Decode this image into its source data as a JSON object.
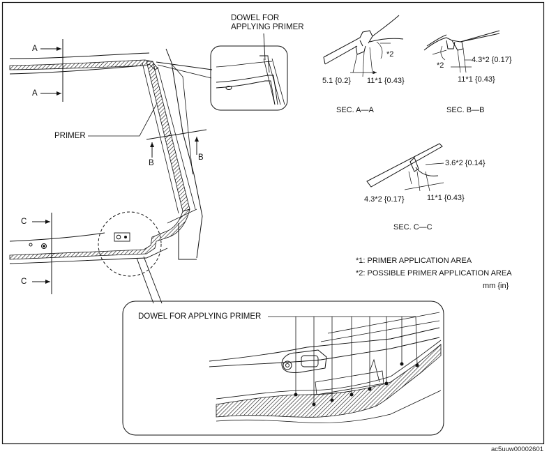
{
  "labels": {
    "dowel_top_line1": "DOWEL FOR",
    "dowel_top_line2": "APPLYING PRIMER",
    "primer": "PRIMER",
    "a_top": "A",
    "a_bottom": "A",
    "b_left": "B",
    "b_right": "B",
    "c_top": "C",
    "c_bottom": "C",
    "dowel_detail": "DOWEL FOR APPLYING PRIMER"
  },
  "sections": {
    "aa": {
      "title": "SEC. A—A",
      "dim_left": "5.1 {0.2}",
      "dim_right": "11*1 {0.43}",
      "angle": "*2"
    },
    "bb": {
      "title": "SEC. B—B",
      "dim_top": "4.3*2 {0.17}",
      "dim_bottom": "11*1 {0.43}",
      "angle": "*2"
    },
    "cc": {
      "title": "SEC. C—C",
      "dim_top": "3.6*2 {0.14}",
      "dim_left": "4.3*2 {0.17}",
      "dim_right": "11*1 {0.43}"
    }
  },
  "notes": {
    "note1": "*1:  PRIMER APPLICATION AREA",
    "note2": "*2:  POSSIBLE PRIMER APPLICATION AREA",
    "unit": "mm {in}"
  },
  "figure_ref": "ac5uuw00002601"
}
